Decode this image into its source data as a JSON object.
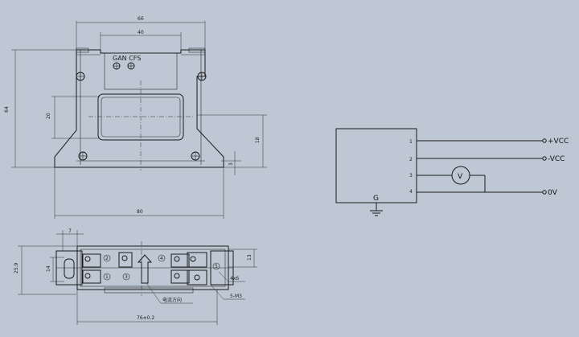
{
  "front_view": {
    "dim_width_top": "66",
    "dim_width_inner": "40",
    "dim_height_total": "64",
    "dim_window_height": "20",
    "dim_center_height": "18",
    "dim_base_width": "80",
    "dim_foot": "3",
    "label_text": "GAN CFS"
  },
  "circuit": {
    "pins": [
      "1",
      "2",
      "3",
      "4"
    ],
    "ground_label": "G",
    "terminals": [
      "+VCC",
      "-VCC",
      "0V"
    ],
    "meter_symbol": "V"
  },
  "bottom_view": {
    "dim_left": "7",
    "dim_height_total": "25.9",
    "dim_height_inner": "14",
    "dim_right": "13",
    "dim_hole": "4x6",
    "dim_screw": "5-M3",
    "dim_length": "76±0.2",
    "arrow_note": "电流方向",
    "terminal_numbers": [
      "1",
      "2",
      "3",
      "4",
      "5"
    ]
  }
}
